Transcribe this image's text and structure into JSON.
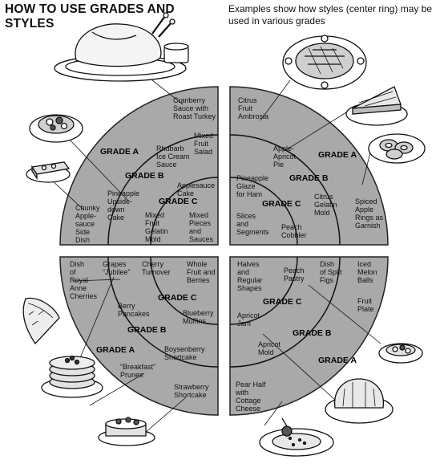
{
  "header": {
    "title": "HOW TO USE GRADES AND STYLES",
    "subtitle": "Examples show how styles (center ring) may be used in various grades"
  },
  "grades": {
    "a": "GRADE A",
    "b": "GRADE B",
    "c": "GRADE C"
  },
  "quadrants": {
    "upper_left": {
      "grade_a_items": [
        "Cranberry Sauce with Roast Turkey",
        "Chunky Apple-sauce Side Dish"
      ],
      "grade_b_items": [
        "Mixed Fruit Salad",
        "Rhubarb Ice Cream Sauce",
        "Pineapple Upside-down Cake"
      ],
      "grade_c_items": [
        "Applesauce Cake",
        "Mixed Fruit Gelatin Mold",
        "Mixed Pieces and Sauces"
      ]
    },
    "upper_right": {
      "grade_a_items": [
        "Citrus Fruit Ambrosia",
        "Spiced Apple Rings as Garnish"
      ],
      "grade_b_items": [
        "Apple-Apricot Pie",
        "Citrus Gelatin Mold"
      ],
      "grade_c_items": [
        "Pineapple Glaze for Ham",
        "Slices and Segments",
        "Peach Cobbler"
      ]
    },
    "lower_left": {
      "grade_a_items": [
        "Dish of Royal Anne Cherries",
        "\"Breakfast\" Prunes",
        "Strawberry Shortcake"
      ],
      "grade_b_items": [
        "Grapes \"Jubilee\"",
        "Berry Pancakes",
        "Boysenberry Shortcake"
      ],
      "grade_c_items": [
        "Cherry Turnover",
        "Whole Fruit and Berries",
        "Blueberry Muffins"
      ]
    },
    "lower_right": {
      "grade_a_items": [
        "Iced Melon Balls",
        "Fruit Plate",
        "Pear Half with Cottage Cheese"
      ],
      "grade_b_items": [
        "Dish of Split Figs",
        "Apricot Mold"
      ],
      "grade_c_items": [
        "Halves and Regular Shapes",
        "Peach Pastry",
        "Apricot Jam"
      ]
    }
  },
  "illustrations": [
    "roast-turkey",
    "ham",
    "pie-slice",
    "spiced-apple-rings",
    "fruit-salad",
    "upside-down-cake",
    "turnover",
    "pancakes",
    "shortcake",
    "melon-balls",
    "gelatin-mold",
    "cottage-cheese-plate"
  ]
}
